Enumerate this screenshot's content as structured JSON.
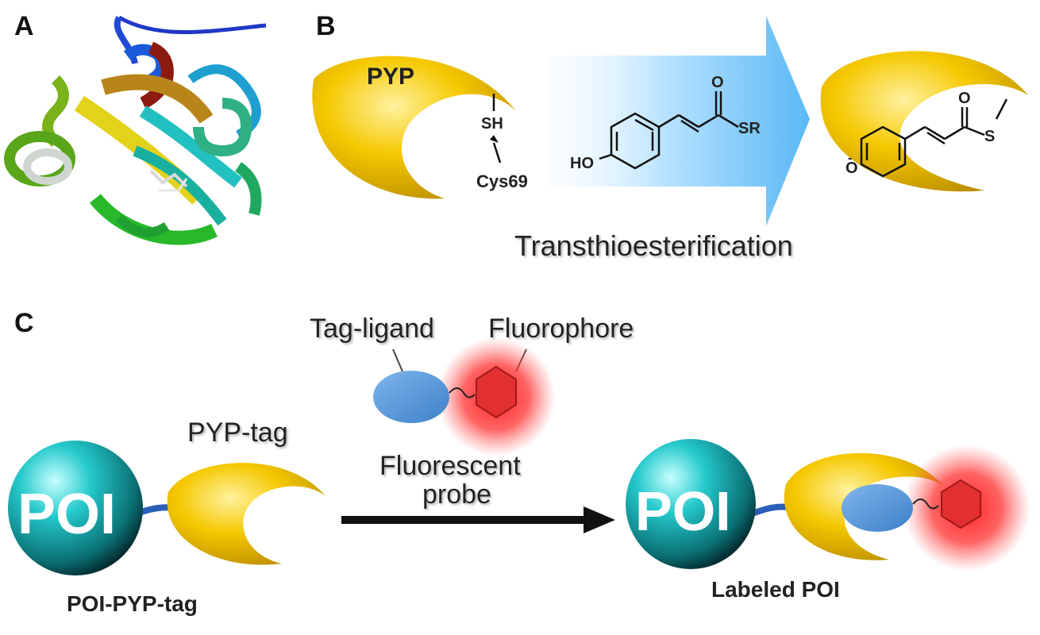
{
  "panels": {
    "a": {
      "letter": "A"
    },
    "b": {
      "letter": "B",
      "protein_label": "PYP",
      "thiol_label": "SH",
      "residue_label": "Cys69",
      "substrate_hydroxyl": "HO",
      "substrate_carbonyl_o": "O",
      "substrate_thioester": "SR",
      "product_phenolate": "O",
      "product_charge": "-",
      "product_carbonyl_o": "O",
      "product_sulfur": "S",
      "reaction_label": "Transthioesterification"
    },
    "c": {
      "letter": "C",
      "tag_ligand_label": "Tag-ligand",
      "fluorophore_label": "Fluorophore",
      "pyp_tag_label": "PYP-tag",
      "poi_label_left": "POI",
      "poi_label_right": "POI",
      "fusion_caption": "POI-PYP-tag",
      "probe_label_line1": "Fluorescent",
      "probe_label_line2": "probe",
      "product_caption": "Labeled POI"
    }
  },
  "colors": {
    "pyp_yellow": "#f2c200",
    "poi_cyan": "#2bc6c6",
    "ligand_blue": "#4a8fd4",
    "fluor_red": "#e02a2a",
    "arrow_gradient": "#8fd0ff"
  }
}
